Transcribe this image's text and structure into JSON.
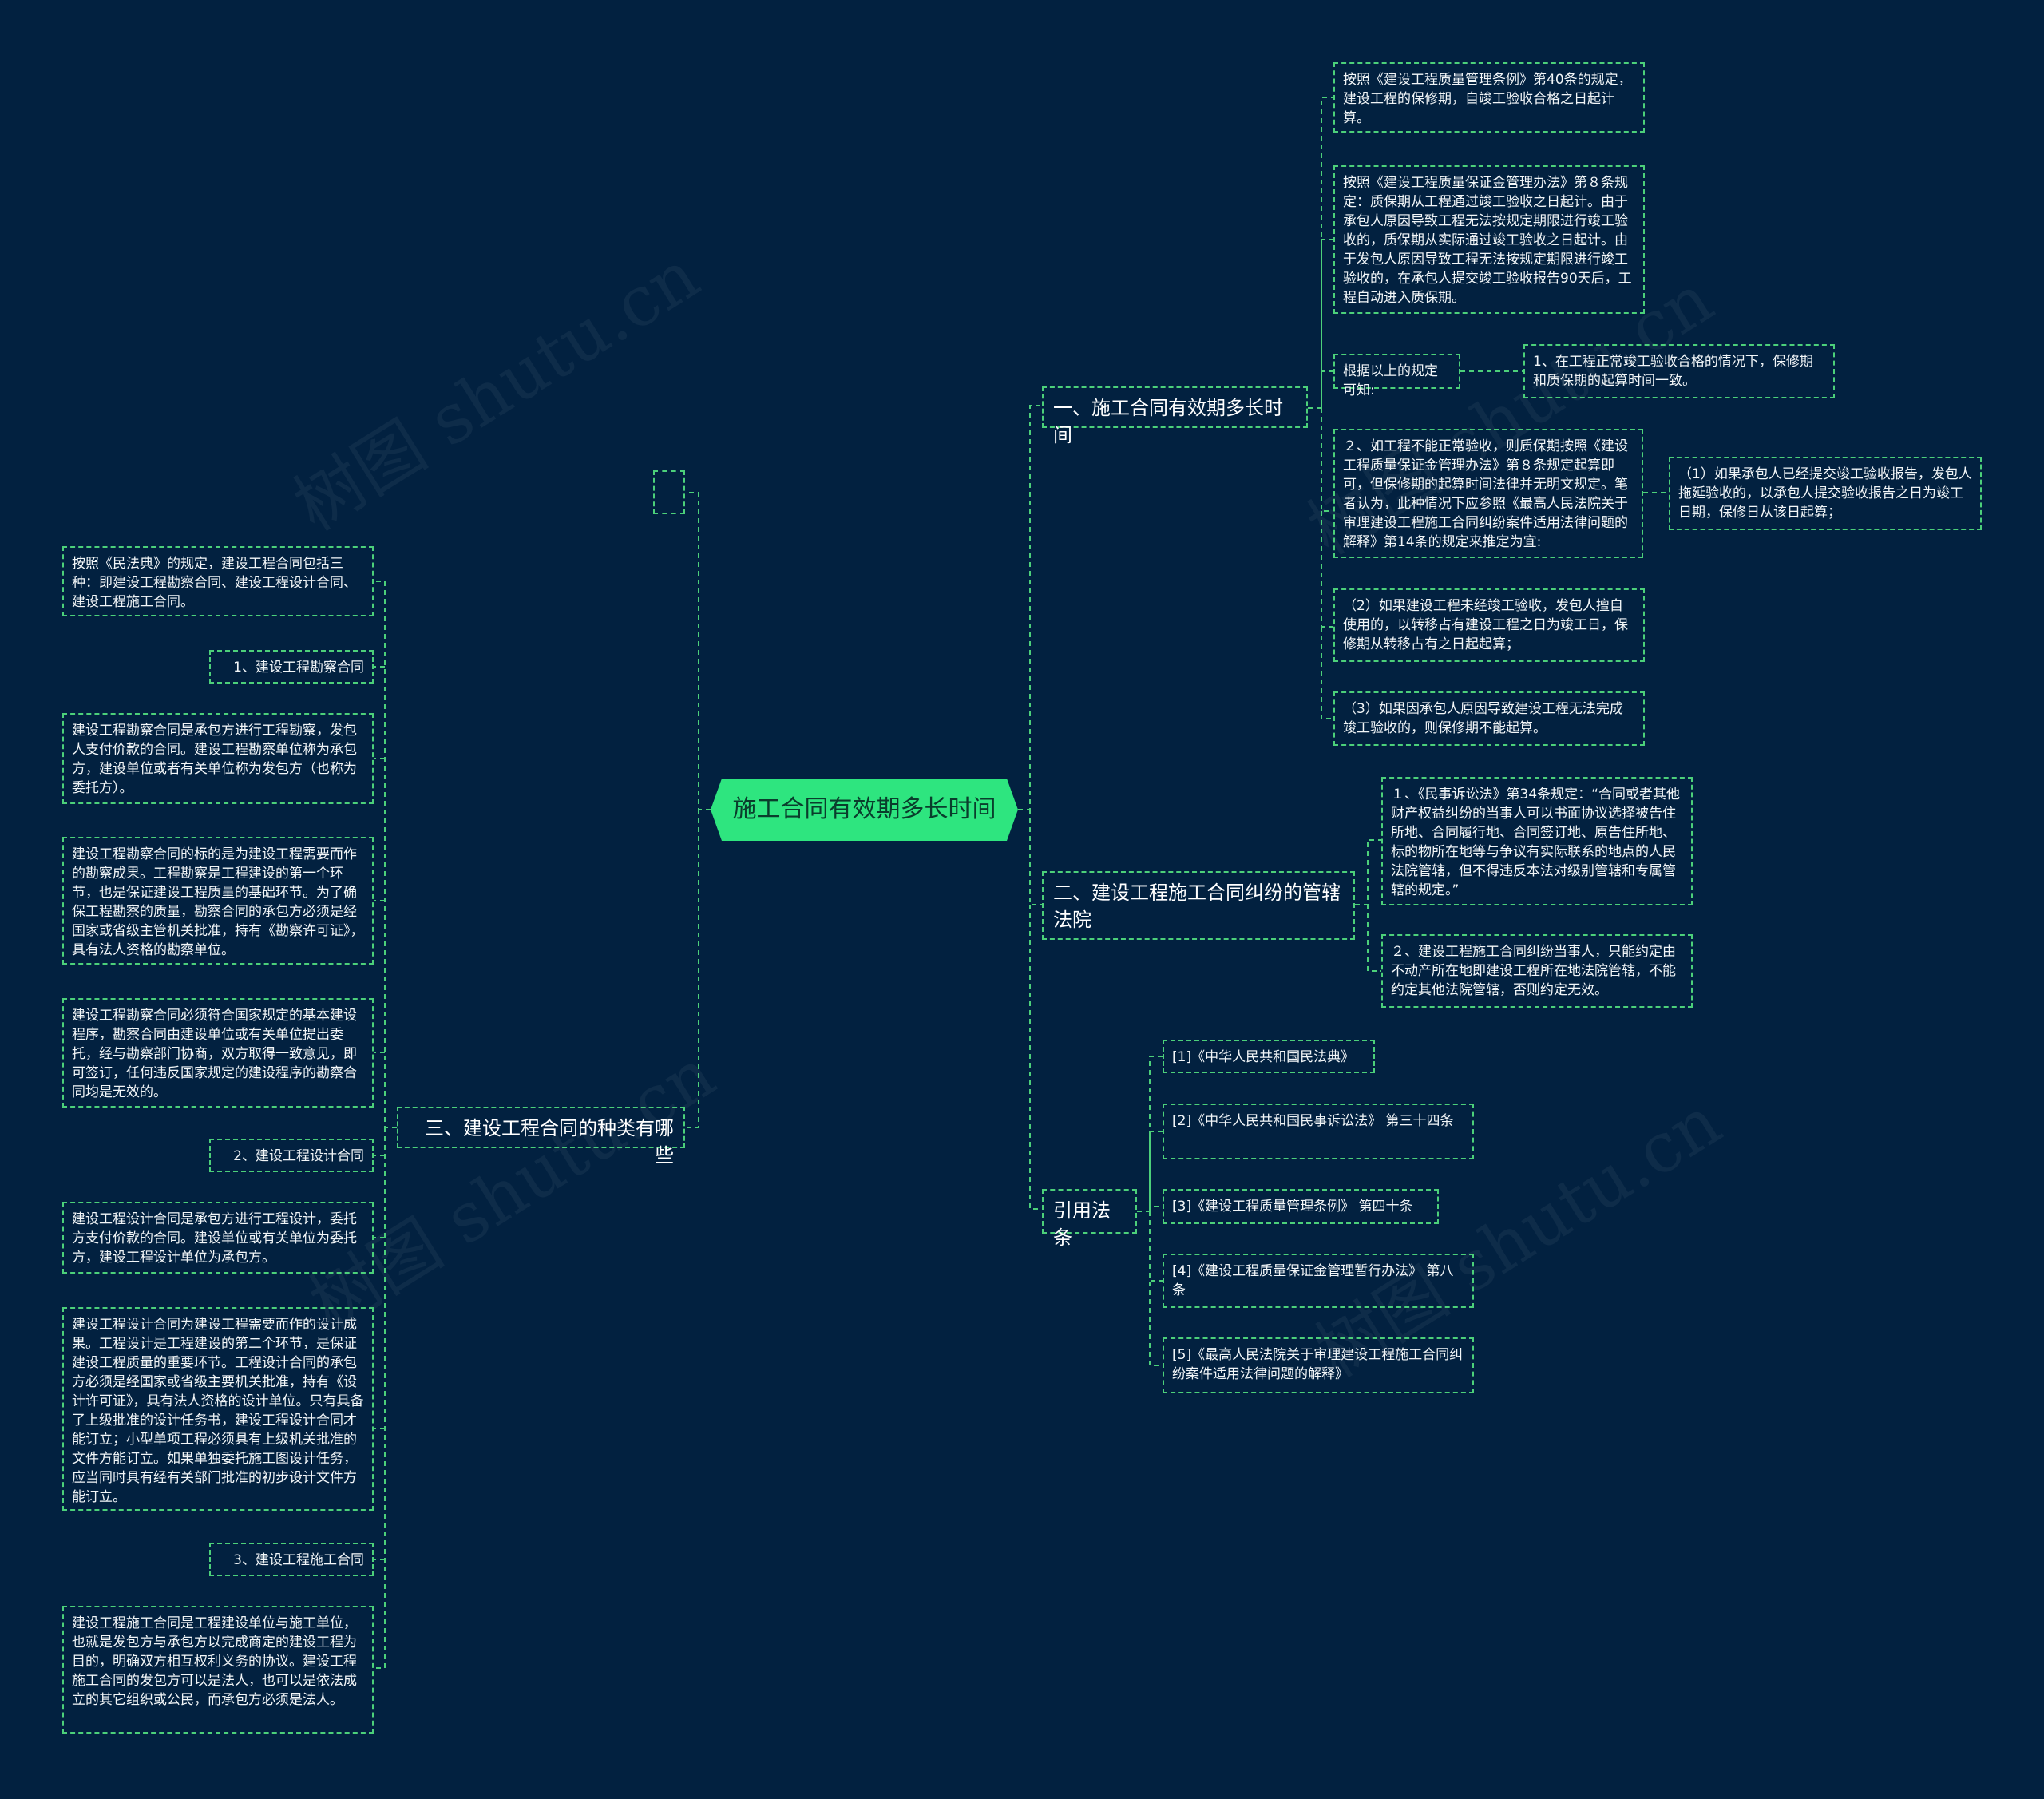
{
  "watermark": "树图 shutu.cn",
  "root": {
    "label": "施工合同有效期多长时间",
    "color": "#2ee57f"
  },
  "branches": {
    "b1": "一、施工合同有效期多长时间",
    "b2": "二、建设工程施工合同纠纷的管辖法院",
    "b3": "引用法条",
    "b4": "三、建设工程合同的种类有哪些",
    "b5": ""
  },
  "b1_items": {
    "n1": "按照《建设工程质量管理条例》第40条的规定，建设工程的保修期，自竣工验收合格之日起计算。",
    "n2": "按照《建设工程质量保证金管理办法》第８条规定：质保期从工程通过竣工验收之日起计。由于承包人原因导致工程无法按规定期限进行竣工验收的，质保期从实际通过竣工验收之日起计。由于发包人原因导致工程无法按规定期限进行竣工验收的，在承包人提交竣工验收报告90天后，工程自动进入质保期。",
    "n3": "根据以上的规定可知:",
    "n3a": "1、在工程正常竣工验收合格的情况下，保修期和质保期的起算时间一致。",
    "n4": "２、如工程不能正常验收，则质保期按照《建设工程质量保证金管理办法》第８条规定起算即可，但保修期的起算时间法律并无明文规定。笔者认为，此种情况下应参照《最高人民法院关于审理建设工程施工合同纠纷案件适用法律问题的解释》第14条的规定来推定为宜:",
    "n4a": "（1）如果承包人已经提交竣工验收报告，发包人拖延验收的，以承包人提交验收报告之日为竣工日期，保修日从该日起算；",
    "n5": "（2）如果建设工程未经竣工验收，发包人擅自使用的，以转移占有建设工程之日为竣工日，保修期从转移占有之日起起算；",
    "n6": "（3）如果因承包人原因导致建设工程无法完成竣工验收的，则保修期不能起算。"
  },
  "b2_items": {
    "m1": "１、《民事诉讼法》第34条规定：“合同或者其他财产权益纠纷的当事人可以书面协议选择被告住所地、合同履行地、合同签订地、原告住所地、标的物所在地等与争议有实际联系的地点的人民法院管辖，但不得违反本法对级别管辖和专属管辖的规定。”",
    "m2": "２、建设工程施工合同纠纷当事人，只能约定由不动产所在地即建设工程所在地法院管辖，不能约定其他法院管辖，否则约定无效。"
  },
  "b3_items": {
    "r1": "[1]《中华人民共和国民法典》",
    "r2": "[2]《中华人民共和国民事诉讼法》 第三十四条",
    "r3": "[3]《建设工程质量管理条例》 第四十条",
    "r4": "[4]《建设工程质量保证金管理暂行办法》 第八条",
    "r5": "[5]《最高人民法院关于审理建设工程施工合同纠纷案件适用法律问题的解释》"
  },
  "b4_items": {
    "l1": "按照《民法典》的规定，建设工程合同包括三种：即建设工程勘察合同、建设工程设计合同、建设工程施工合同。",
    "l2": "1、建设工程勘察合同",
    "l3": "建设工程勘察合同是承包方进行工程勘察，发包人支付价款的合同。建设工程勘察单位称为承包方，建设单位或者有关单位称为发包方（也称为委托方）。",
    "l4": "建设工程勘察合同的标的是为建设工程需要而作的勘察成果。工程勘察是工程建设的第一个环节，也是保证建设工程质量的基础环节。为了确保工程勘察的质量，勘察合同的承包方必须是经国家或省级主管机关批准，持有《勘察许可证》，具有法人资格的勘察单位。",
    "l5": "建设工程勘察合同必须符合国家规定的基本建设程序，勘察合同由建设单位或有关单位提出委托，经与勘察部门协商，双方取得一致意见，即可签订，任何违反国家规定的建设程序的勘察合同均是无效的。",
    "l6": "2、建设工程设计合同",
    "l7": "建设工程设计合同是承包方进行工程设计，委托方支付价款的合同。建设单位或有关单位为委托方，建设工程设计单位为承包方。",
    "l8": "建设工程设计合同为建设工程需要而作的设计成果。工程设计是工程建设的第二个环节，是保证建设工程质量的重要环节。工程设计合同的承包方必须是经国家或省级主要机关批准，持有《设计许可证》，具有法人资格的设计单位。只有具备了上级批准的设计任务书，建设工程设计合同才能订立；小型单项工程必须具有上级机关批准的文件方能订立。如果单独委托施工图设计任务，应当同时具有经有关部门批准的初步设计文件方能订立。",
    "l9": "3、建设工程施工合同",
    "l10": "建设工程施工合同是工程建设单位与施工单位，也就是发包方与承包方以完成商定的建设工程为目的，明确双方相互权利义务的协议。建设工程施工合同的发包方可以是法人，也可以是依法成立的其它组织或公民，而承包方必须是法人。"
  }
}
